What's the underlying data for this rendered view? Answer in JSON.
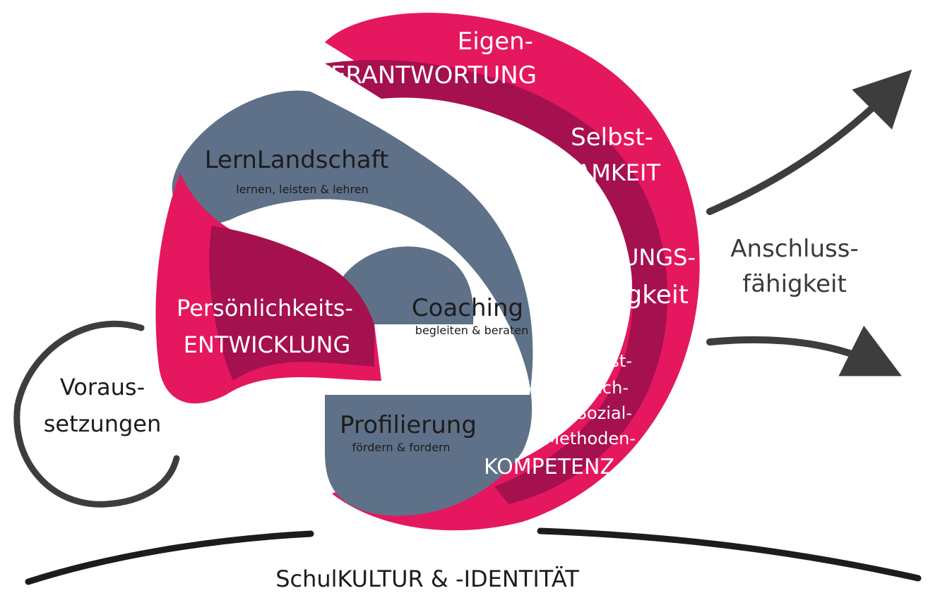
{
  "colors": {
    "spiral_pink": "#e5175f",
    "spiral_dark": "#a5104f",
    "spiral_slate": "#5f7188",
    "arrow_gray": "#3d3d3d",
    "background": "#ffffff"
  },
  "spiral": {
    "eigen_line1": "Eigen-",
    "eigen_line2": "VERANTWORTUNG",
    "selbst_line1": "Selbst-",
    "selbst_line2": "WIRKSAMKEIT",
    "handlungs_line1": "HANDLUNGS-",
    "handlungs_line2": "fähigkeit",
    "kompetenz_items": [
      "Selbst-",
      "Fach-",
      "Sozial-",
      "Methoden-"
    ],
    "kompetenz_label": "KOMPETENZ",
    "persoenlichkeit_line1": "Persönlichkeits-",
    "persoenlichkeit_line2": "ENTWICKLUNG"
  },
  "areas": {
    "lernlandschaft_title": "LernLandschaft",
    "lernlandschaft_sub": "lernen, leisten & lehren",
    "coaching_title": "Coaching",
    "coaching_sub": "begleiten & beraten",
    "profilierung_title": "Profilierung",
    "profilierung_sub": "fördern & fordern"
  },
  "voraussetzungen": {
    "line1": "Voraus-",
    "line2": "setzungen"
  },
  "anschluss": {
    "line1": "Anschluss-",
    "line2": "fähigkeit"
  },
  "foundation": {
    "label": "SchulKULTUR & -IDENTITÄT"
  }
}
